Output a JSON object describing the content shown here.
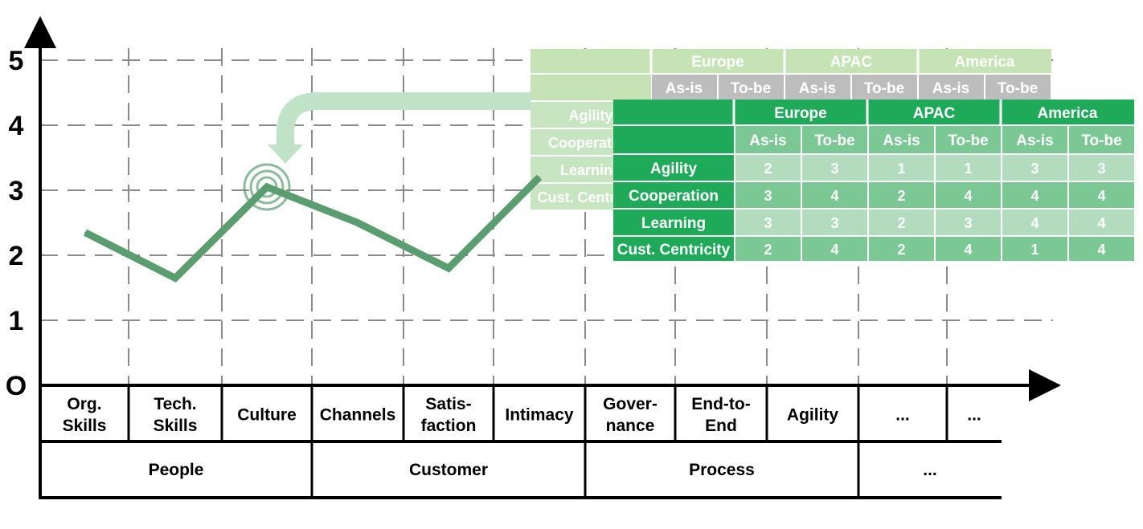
{
  "chart_data": {
    "type": "line",
    "y_ticks": [
      "O",
      "1",
      "2",
      "3",
      "4",
      "5"
    ],
    "ylim": [
      0,
      5
    ],
    "grid": true,
    "categories": [
      "Org.\nSkills",
      "Tech.\nSkills",
      "Culture",
      "Channels",
      "Satis-\nfaction",
      "Intimacy",
      "Gover-\nnance",
      "End-to-\nEnd",
      "Agility",
      "...",
      "..."
    ],
    "groups": [
      {
        "label": "People",
        "span": 3
      },
      {
        "label": "Customer",
        "span": 3
      },
      {
        "label": "Process",
        "span": 3
      },
      {
        "label": "...",
        "span": 2
      }
    ],
    "series": [
      {
        "values": [
          2.35,
          1.65,
          3.05,
          2.5,
          1.8,
          3.2
        ],
        "color": "#5a9e6f"
      }
    ],
    "highlight": {
      "category_index": 2,
      "value": 3.05
    }
  },
  "tables": {
    "back": {
      "regions": [
        "Europe",
        "APAC",
        "America"
      ],
      "subheaders": [
        "As-is",
        "To-be",
        "As-is",
        "To-be",
        "As-is",
        "To-be"
      ],
      "rows": [
        "Agility",
        "Cooperation",
        "Learning",
        "Cust. Centricity"
      ]
    },
    "front": {
      "regions": [
        "Europe",
        "APAC",
        "America"
      ],
      "subheaders": [
        "As-is",
        "To-be",
        "As-is",
        "To-be",
        "As-is",
        "To-be"
      ],
      "rows": [
        {
          "label": "Agility",
          "values": [
            "2",
            "3",
            "1",
            "1",
            "3",
            "3"
          ]
        },
        {
          "label": "Cooperation",
          "values": [
            "3",
            "4",
            "2",
            "4",
            "4",
            "4"
          ]
        },
        {
          "label": "Learning",
          "values": [
            "3",
            "3",
            "2",
            "3",
            "4",
            "4"
          ]
        },
        {
          "label": "Cust. Centricity",
          "values": [
            "2",
            "4",
            "2",
            "4",
            "1",
            "4"
          ]
        }
      ]
    }
  },
  "colors": {
    "line": "#5a9e6f",
    "grid": "#8a8a8a",
    "header_dark": "#1faa5a",
    "cell_dark": "#7cc894",
    "cell_light": "#b3dcbf",
    "back_header": "#c6e3b6",
    "back_sub": "#bdbdbd",
    "back_row": "#c8e5c2",
    "arrow": "#c0e2c7"
  }
}
